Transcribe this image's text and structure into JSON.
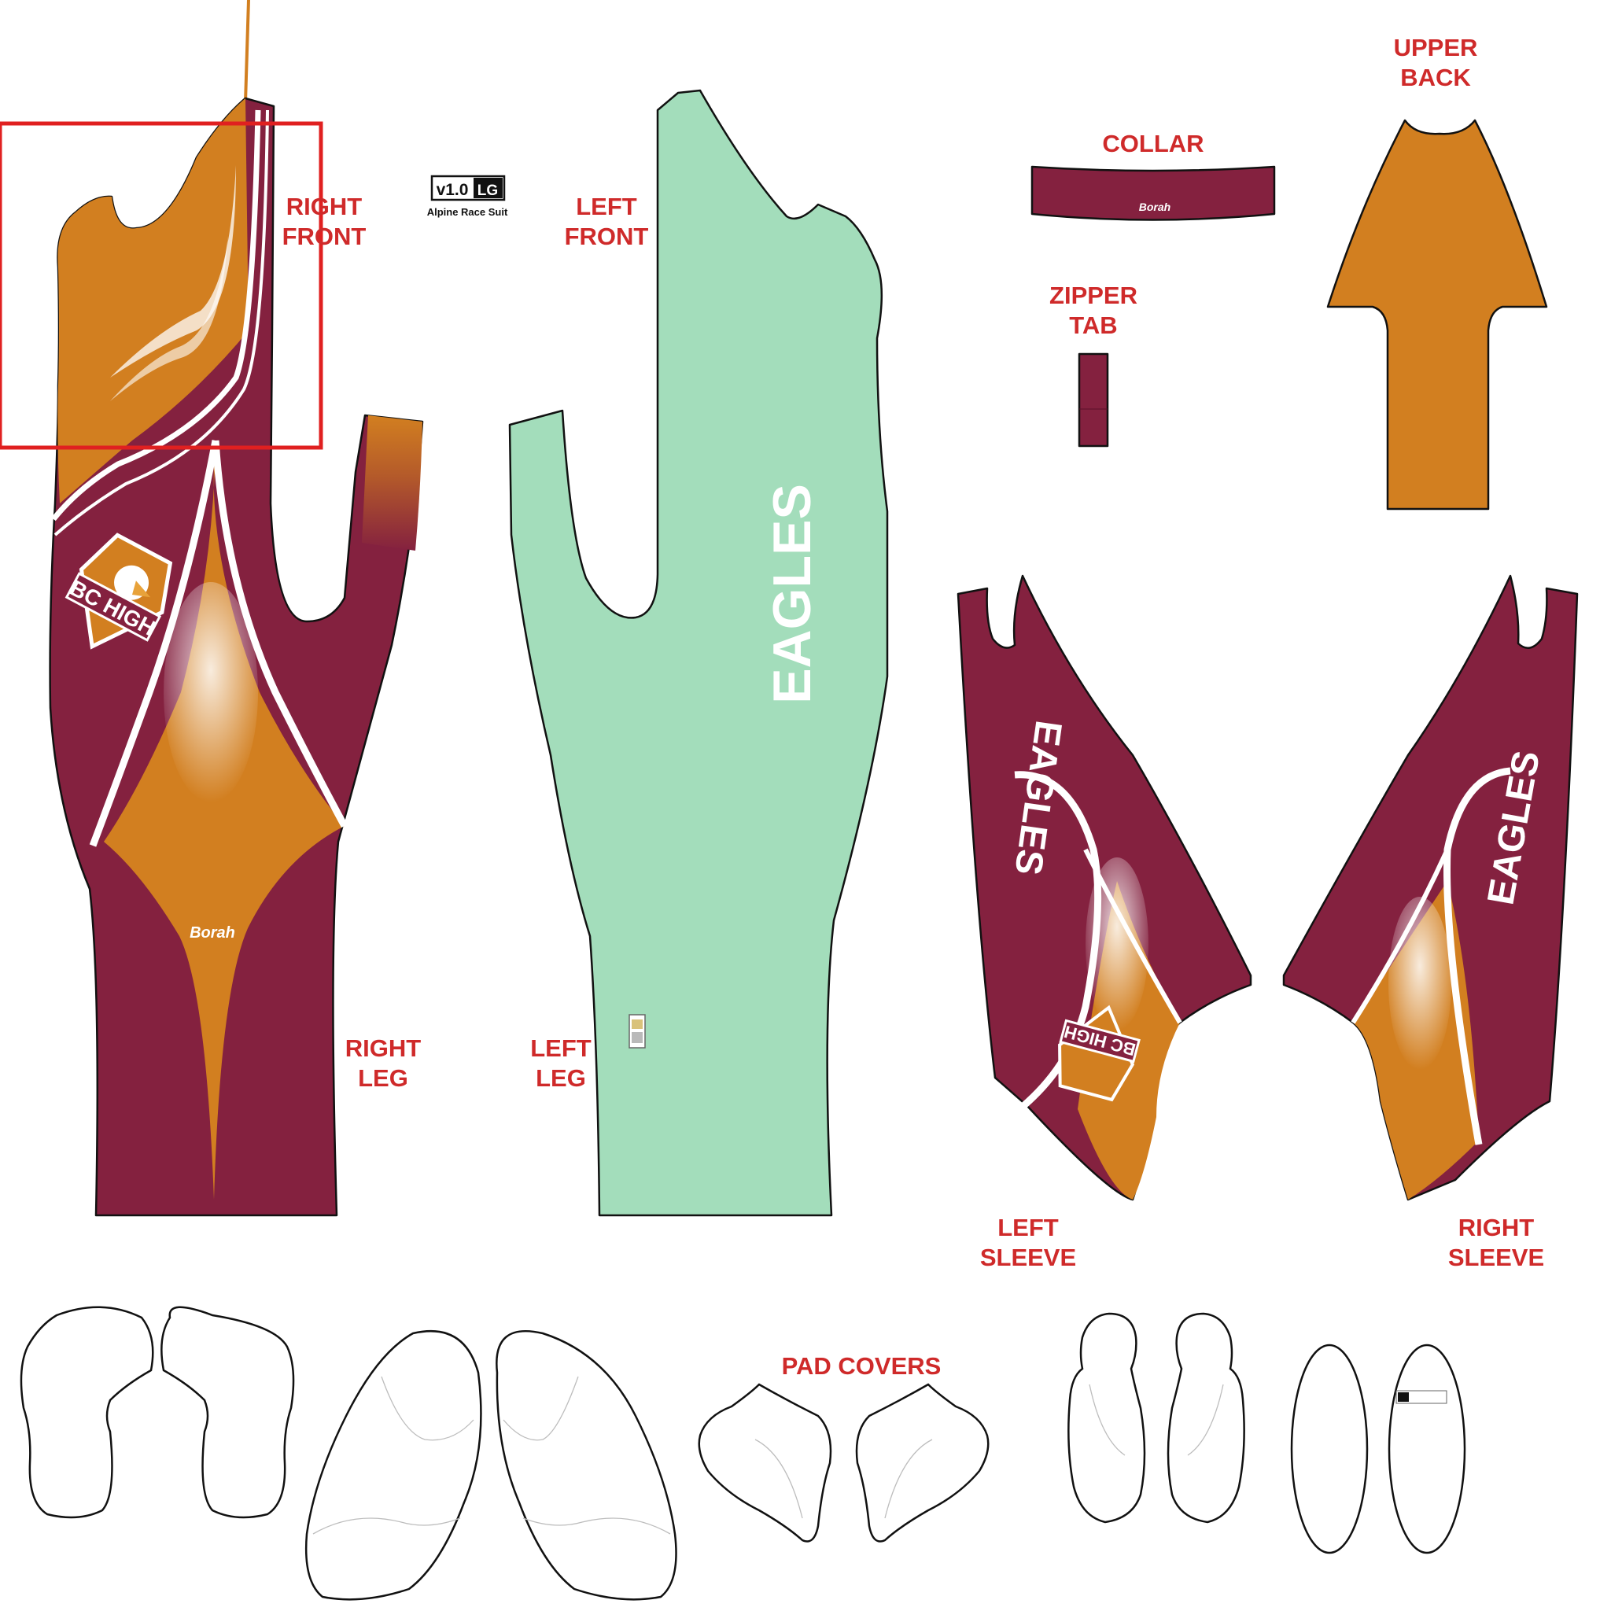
{
  "colors": {
    "maroon": "#84213f",
    "orange": "#d27f20",
    "mint": "#a3ddbb",
    "label_red": "#cf2a2a",
    "selection_red": "#e02020",
    "white": "#ffffff"
  },
  "version_badge": {
    "version": "v1.0",
    "code": "LG",
    "subtitle": "Alpine Race Suit"
  },
  "labels": {
    "right_front": [
      "RIGHT",
      "FRONT"
    ],
    "left_front": [
      "LEFT",
      "FRONT"
    ],
    "collar": "COLLAR",
    "zipper_tab": [
      "ZIPPER",
      "TAB"
    ],
    "upper_back": [
      "UPPER",
      "BACK"
    ],
    "right_leg": [
      "RIGHT",
      "LEG"
    ],
    "left_leg": [
      "LEFT",
      "LEG"
    ],
    "left_sleeve": [
      "LEFT",
      "SLEEVE"
    ],
    "right_sleeve": [
      "RIGHT",
      "SLEEVE"
    ],
    "pad_covers": "PAD COVERS"
  },
  "graphics": {
    "team_word": "EAGLES",
    "logo_text": "BC HIGH",
    "brand": "Borah",
    "logo_icon": "eagle-head-shield-icon"
  }
}
